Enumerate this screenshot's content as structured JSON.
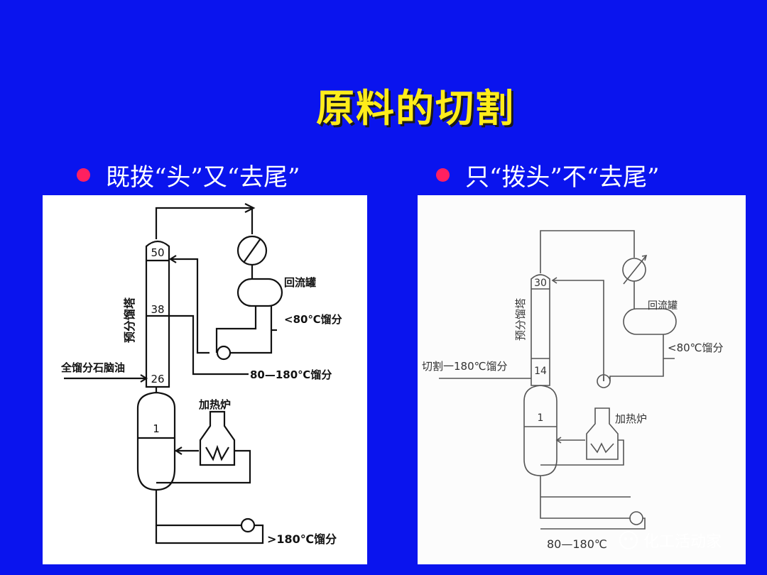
{
  "slide": {
    "title": "原料的切割",
    "bullet_left": "既拨“头”又“去尾”",
    "bullet_right": "只“拨头”不“去尾”",
    "watermark": "化工活动家"
  },
  "diagram_left": {
    "top_tray": "50",
    "mid_tray": "38",
    "feed_tray": "26",
    "bottom_tray": "1",
    "column_label": "预分馏塔",
    "reflux_drum": "回流罐",
    "overhead_product": "<80℃馏分",
    "side_product": "80—180℃馏分",
    "feed": "全馏分石脑油",
    "heater": "加热炉",
    "bottom_product": ">180℃馏分"
  },
  "diagram_right": {
    "top_tray": "30",
    "feed_tray": "14",
    "bottom_tray": "1",
    "column_label": "预分馏塔",
    "reflux_drum": "回流罐",
    "overhead_product": "<80℃馏分",
    "feed": "切割一180℃馏分",
    "heater": "加热炉",
    "bottom_product": "80—180℃"
  },
  "colors": {
    "background": "#0a14ee",
    "title": "#ffec1a",
    "bullet_dot": "#ff2060"
  }
}
